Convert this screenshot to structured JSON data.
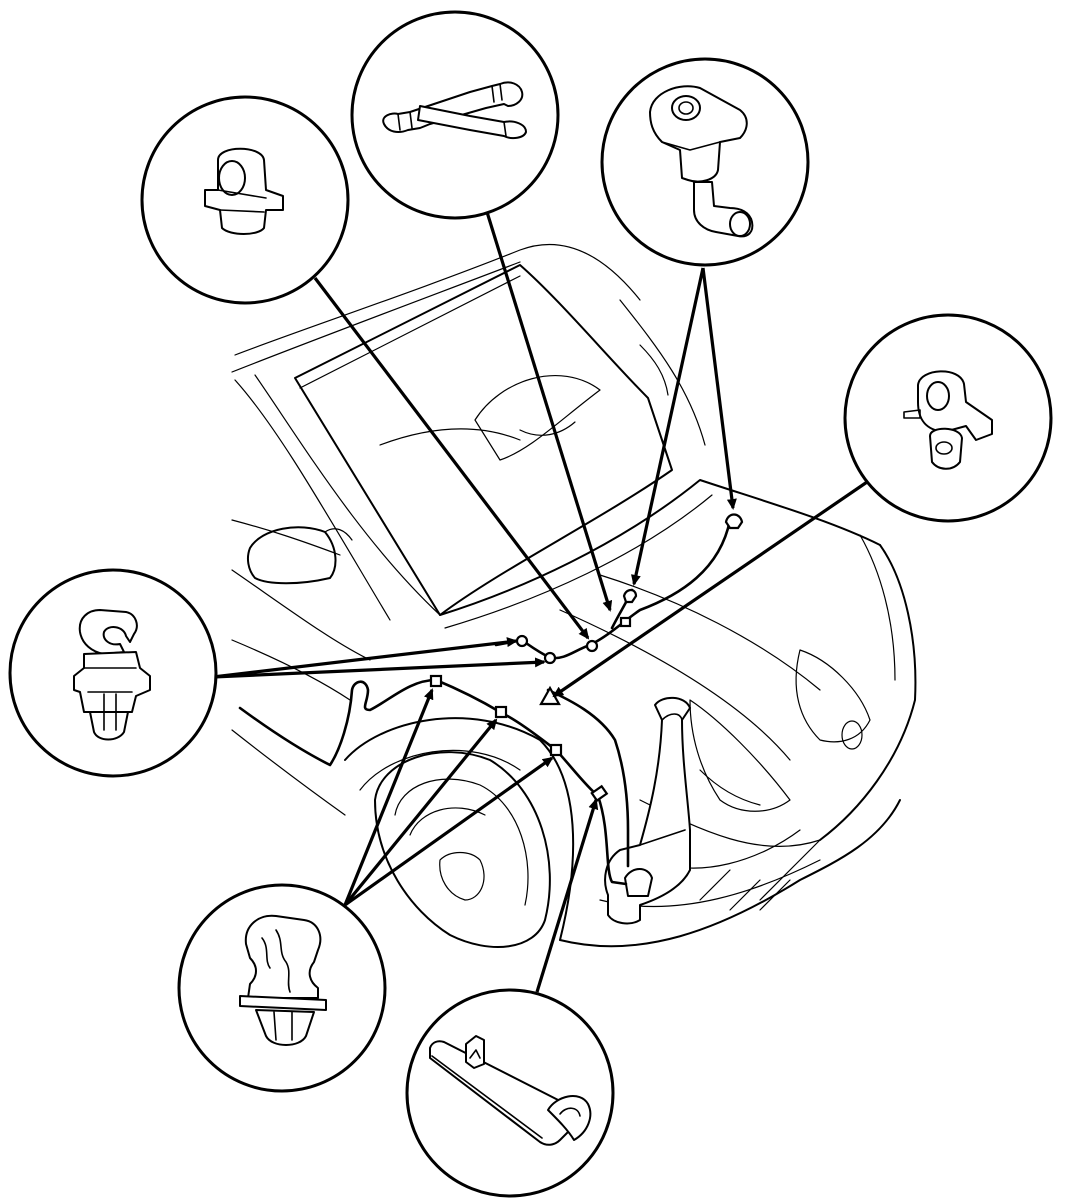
{
  "diagram": {
    "background": "#ffffff",
    "line_color": "#000000",
    "callouts": [
      {
        "id": "nozzle-mount-clip",
        "icon": "hose-clip-icon"
      },
      {
        "id": "hose-joint",
        "icon": "hose-joint-icon"
      },
      {
        "id": "washer-nozzle",
        "icon": "washer-nozzle-icon"
      },
      {
        "id": "hood-hose-clip",
        "icon": "hose-clip-icon"
      },
      {
        "id": "fender-hose-clip",
        "icon": "push-clip-icon"
      },
      {
        "id": "harness-clips",
        "icon": "push-clip-icon"
      },
      {
        "id": "hose-bracket-clip",
        "icon": "bracket-clip-icon"
      }
    ]
  }
}
